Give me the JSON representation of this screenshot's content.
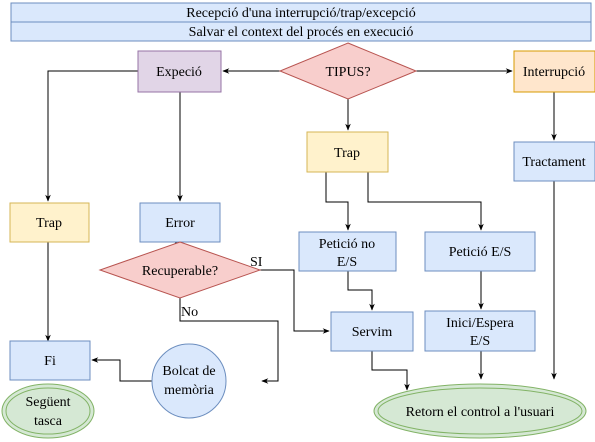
{
  "header": {
    "line1": "Recepció d'una interrupció/trap/excepció",
    "line2": "Salvar el context del procés en execució"
  },
  "nodes": {
    "tipus": "TIPUS?",
    "excepcio": "Expeció",
    "interrupcio": "Interrupció",
    "trap_center": "Trap",
    "tractament": "Tractament",
    "trap_left": "Trap",
    "error": "Error",
    "recuperable": "Recuperable?",
    "peticio_no_es_1": "Petició no",
    "peticio_no_es_2": "E/S",
    "peticio_es": "Petició E/S",
    "servim": "Servim",
    "inici_espera_1": "Inici/Espera",
    "inici_espera_2": "E/S",
    "fi": "Fi",
    "bolcat_1": "Bolcat de",
    "bolcat_2": "memòria",
    "seguent_1": "Següent",
    "seguent_2": "tasca",
    "retorn": "Retorn el control a l'usuari"
  },
  "edge_labels": {
    "si": "SI",
    "no": "No"
  },
  "colors": {
    "blue_fill": "#dae8fc",
    "blue_stroke": "#6c8ebf",
    "purple_fill": "#e1d5e7",
    "purple_stroke": "#9673a6",
    "red_fill": "#f8cecc",
    "red_stroke": "#b85450",
    "orange_fill": "#ffe6cc",
    "orange_stroke": "#d79b00",
    "yellow_fill": "#fff2cc",
    "yellow_stroke": "#d6b656",
    "green_fill": "#d5e8d4",
    "green_stroke": "#82b366"
  }
}
